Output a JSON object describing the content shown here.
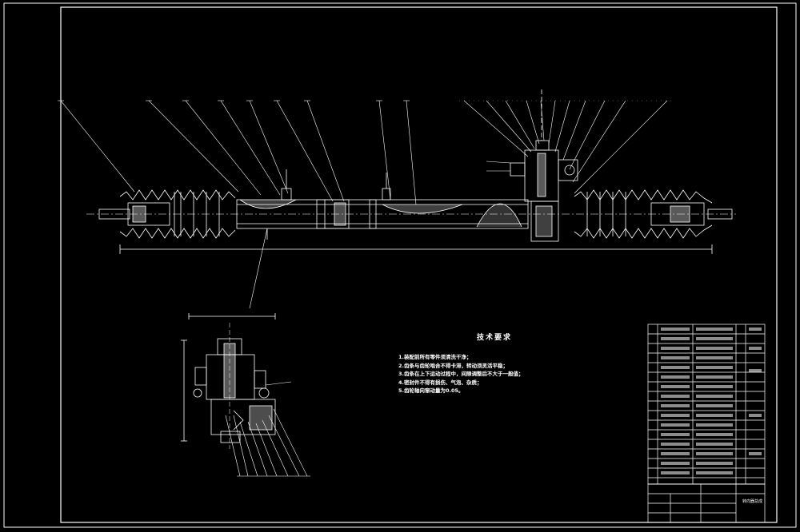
{
  "notes": {
    "title": "技术要求",
    "lines": [
      "1.装配前所有零件须清洗干净；",
      "2.齿条与齿轮啮合不得卡滞，转动须灵活平稳；",
      "3.齿条在上下运动过程中，间隙调整后不大于一般值；",
      "4.密封件不得有损伤、气泡、杂质；",
      "5.齿轮轴向窜动量为0.05。"
    ]
  },
  "title_block": {
    "drawing_name": "转向器总成"
  },
  "colors": {
    "background": "#000000",
    "line": "#ffffff",
    "border": "#ffffff"
  }
}
